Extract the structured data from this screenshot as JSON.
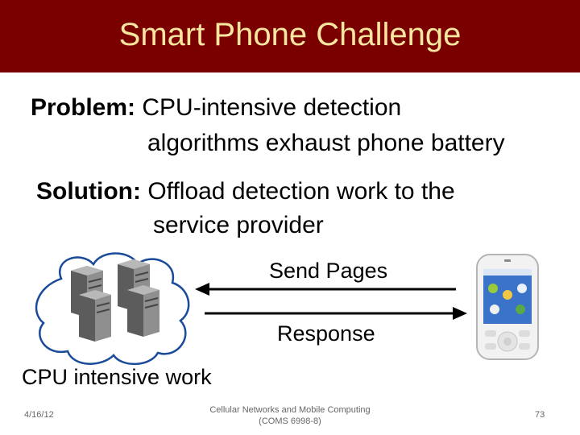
{
  "slide": {
    "title": "Smart Phone Challenge",
    "problem_label": "Problem:",
    "problem_line1": "CPU-intensive detection",
    "problem_line2": "algorithms exhaust phone battery",
    "solution_label": "Solution:",
    "solution_line1": "Offload detection work to the",
    "solution_line2": "service provider",
    "send_label": "Send Pages",
    "response_label": "Response",
    "cpu_label": "CPU intensive work"
  },
  "footer": {
    "date": "4/16/12",
    "course_line1": "Cellular Networks and Mobile Computing",
    "course_line2": "(COMS 6998-8)",
    "page": "73"
  },
  "colors": {
    "title_bar": "#7a0000",
    "title_text": "#f6e6a0"
  }
}
